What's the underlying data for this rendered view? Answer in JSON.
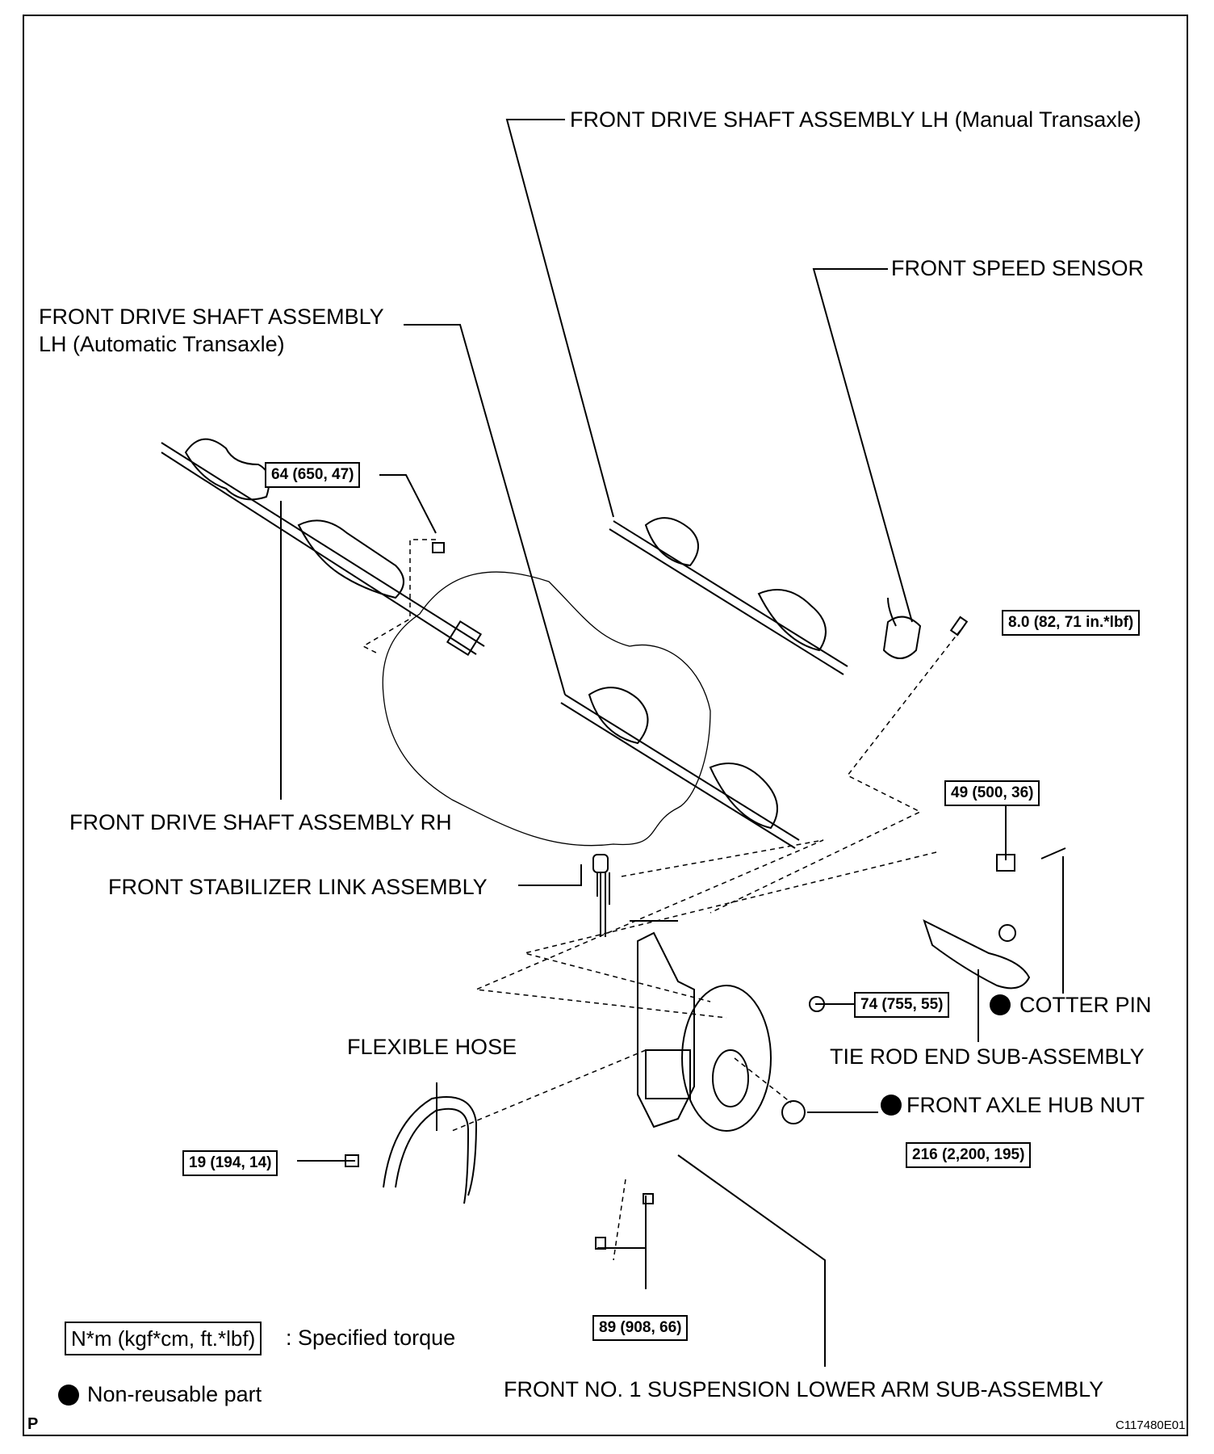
{
  "labels": {
    "shaft_lh_manual": "FRONT DRIVE SHAFT ASSEMBLY LH (Manual Transaxle)",
    "speed_sensor": "FRONT SPEED SENSOR",
    "shaft_lh_auto_1": "FRONT DRIVE SHAFT ASSEMBLY",
    "shaft_lh_auto_2": "LH (Automatic Transaxle)",
    "shaft_rh": "FRONT DRIVE SHAFT ASSEMBLY RH",
    "stabilizer_link": "FRONT STABILIZER LINK ASSEMBLY",
    "flexible_hose": "FLEXIBLE HOSE",
    "cotter_pin": "COTTER PIN",
    "tie_rod_end": "TIE ROD END SUB-ASSEMBLY",
    "axle_hub_nut": "FRONT AXLE HUB NUT",
    "lower_arm": "FRONT NO. 1 SUSPENSION LOWER ARM SUB-ASSEMBLY"
  },
  "torques": {
    "rh_shaft_bolt": "64 (650, 47)",
    "speed_sensor_bolt": "8.0 (82, 71 in.*lbf)",
    "tie_rod_nut": "49 (500, 36)",
    "stabilizer_nut": "74 (755, 55)",
    "hose_bolt": "19 (194, 14)",
    "hub_nut": "216 (2,200, 195)",
    "lower_arm_bolt": "89 (908, 66)"
  },
  "legend": {
    "torque_unit": "N*m (kgf*cm, ft.*lbf)",
    "torque_text": ": Specified torque",
    "nonreusable_text": "Non-reusable part"
  },
  "corner": {
    "left": "P",
    "right": "C117480E01"
  }
}
